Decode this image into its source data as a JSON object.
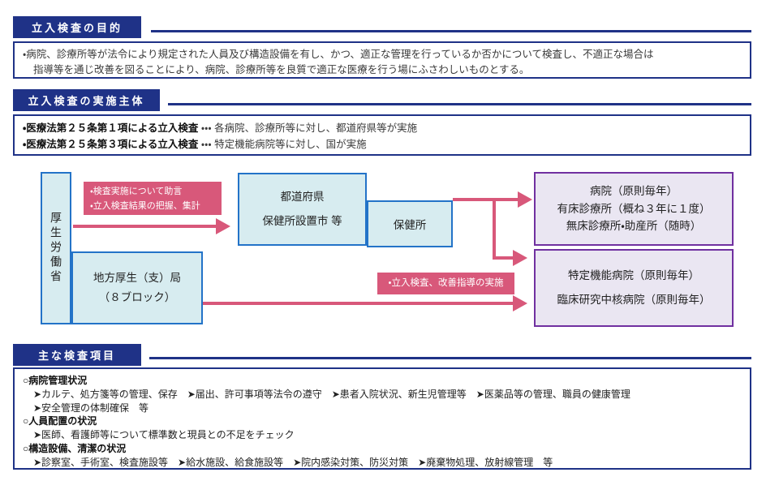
{
  "colors": {
    "navy": "#1f3287",
    "box_border_blue": "#2373c8",
    "box_fill_cyan": "#d7ecf0",
    "purple_border": "#7030a0",
    "purple_fill": "#eae6f2",
    "pink": "#d8587a",
    "text": "#333333"
  },
  "purpose": {
    "header": "立入検査の目的",
    "lines": [
      "・病院、診療所等が法令により規定された人員及び構造設備を有し、かつ、適正な管理を行っているか否かについて検査し、不適正な場合は",
      "指導等を通じ改善を図ることにより、病院、診療所等を良質で適正な医療を行う場にふさわしいものとする。"
    ]
  },
  "implementer": {
    "header": "立入検査の実施主体",
    "items": [
      {
        "law": "・医療法第２５条第１項による立入検査",
        "rest": " ・・・ 各病院、診療所等に対し、都道府県等が実施"
      },
      {
        "law": "・医療法第２５条第３項による立入検査",
        "rest": " ・・・ 特定機能病院等に対し、国が実施"
      }
    ]
  },
  "diagram": {
    "mhlw_label": "厚生労働省",
    "regional_bureau_lines": [
      "地方厚生（支）局",
      "（８ブロック）"
    ],
    "prefecture_lines": [
      "都道府県",
      "保健所設置市 等"
    ],
    "health_center_label": "保健所",
    "facility_general_lines": [
      "病院（原則毎年）",
      "有床診療所（概ね３年に１度）",
      "無床診療所・助産所（随時）"
    ],
    "facility_special_lines": [
      "特定機能病院（原則毎年）",
      "臨床研究中核病院（原則毎年）"
    ],
    "advice_label_lines": [
      "・検査実施について助言",
      "・立入検査結果の把握、集計"
    ],
    "inspection_label": "・立入検査、改善指導の実施"
  },
  "inspection_items": {
    "header": "主な検査項目",
    "groups": [
      {
        "title": "○病院管理状況",
        "lines": [
          "➤カルテ、処方箋等の管理、保存　➤届出、許可事項等法令の遵守　➤患者入院状況、新生児管理等　➤医薬品等の管理、職員の健康管理",
          "➤安全管理の体制確保　等"
        ]
      },
      {
        "title": "○人員配置の状況",
        "lines": [
          "➤医師、看護師等について標準数と現員との不足をチェック"
        ]
      },
      {
        "title": "○構造設備、清潔の状況",
        "lines": [
          "➤診察室、手術室、検査施設等　➤給水施設、給食施設等　➤院内感染対策、防災対策　➤廃棄物処理、放射線管理　等"
        ]
      }
    ]
  }
}
